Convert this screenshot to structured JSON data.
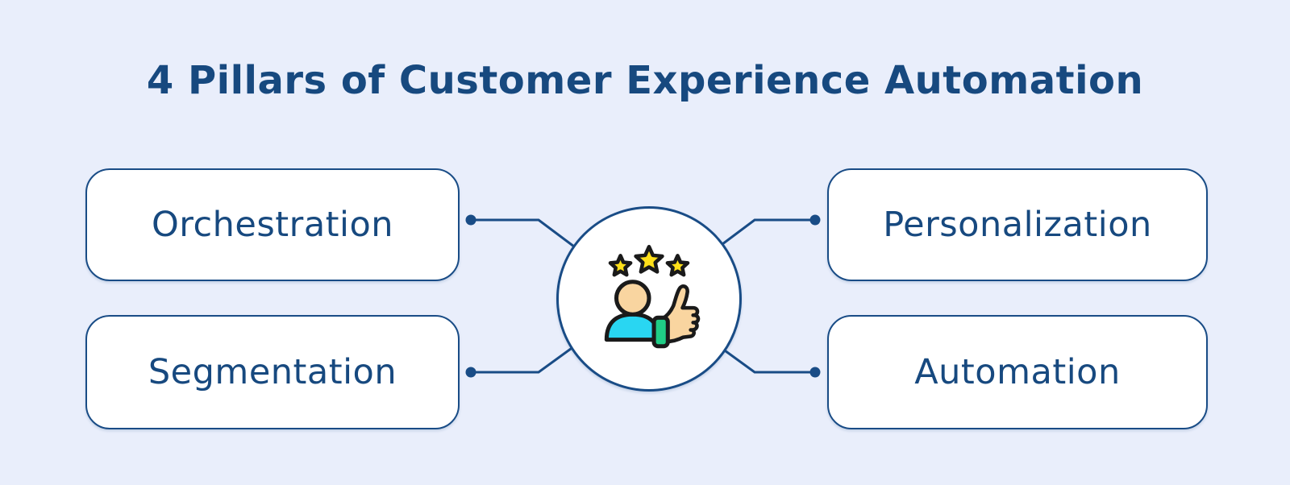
{
  "title": "4 Pillars of Customer Experience Automation",
  "pillars": [
    {
      "label": "Orchestration",
      "position": "top-left"
    },
    {
      "label": "Personalization",
      "position": "top-right"
    },
    {
      "label": "Segmentation",
      "position": "bottom-left"
    },
    {
      "label": "Automation",
      "position": "bottom-right"
    }
  ],
  "center": {
    "icon": "customer-satisfaction-thumbs-up-icon",
    "elements": [
      "three-stars",
      "person",
      "thumbs-up-hand",
      "green-cuff"
    ]
  },
  "colors": {
    "background": "#E9EEFB",
    "box_fill": "#FFFFFF",
    "outline_blue": "#194C86",
    "text_navy": "#17497F",
    "star_yellow": "#FFE01A",
    "skin_peach": "#F9D5A0",
    "body_cyan": "#29D6F2",
    "cuff_green": "#1FCE86",
    "icon_outline": "#1A1A1A"
  }
}
